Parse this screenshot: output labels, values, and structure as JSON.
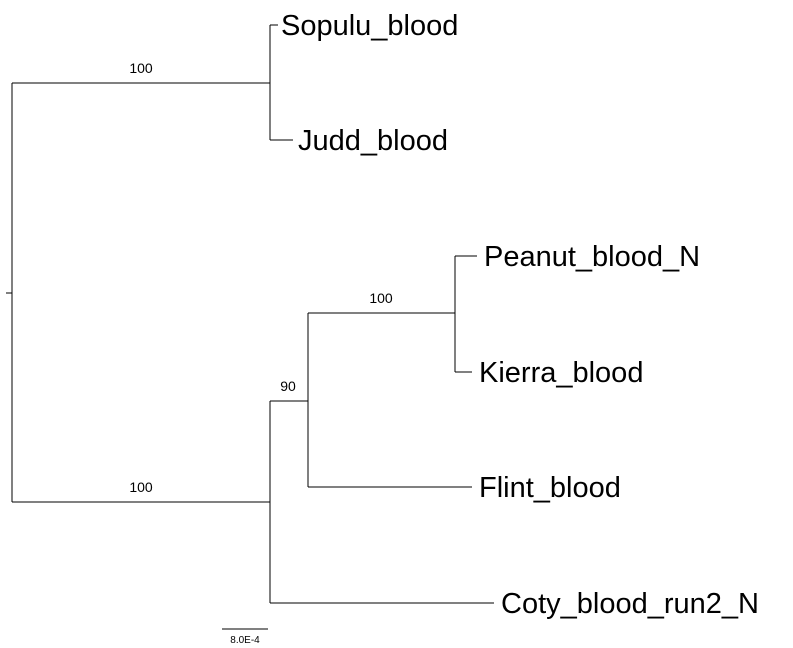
{
  "tree": {
    "tips": {
      "sopulu": "Sopulu_blood",
      "judd": "Judd_blood",
      "peanut": "Peanut_blood_N",
      "kierra": "Kierra_blood",
      "flint": "Flint_blood",
      "coty": "Coty_blood_run2_N"
    },
    "support": {
      "clade_sopulu_judd": "100",
      "clade_peanut_kierra": "100",
      "clade_peanut_kierra_flint": "90",
      "clade_lower": "100"
    },
    "scale_bar": {
      "label": "8.0E-4"
    },
    "line_color": "#000000"
  }
}
